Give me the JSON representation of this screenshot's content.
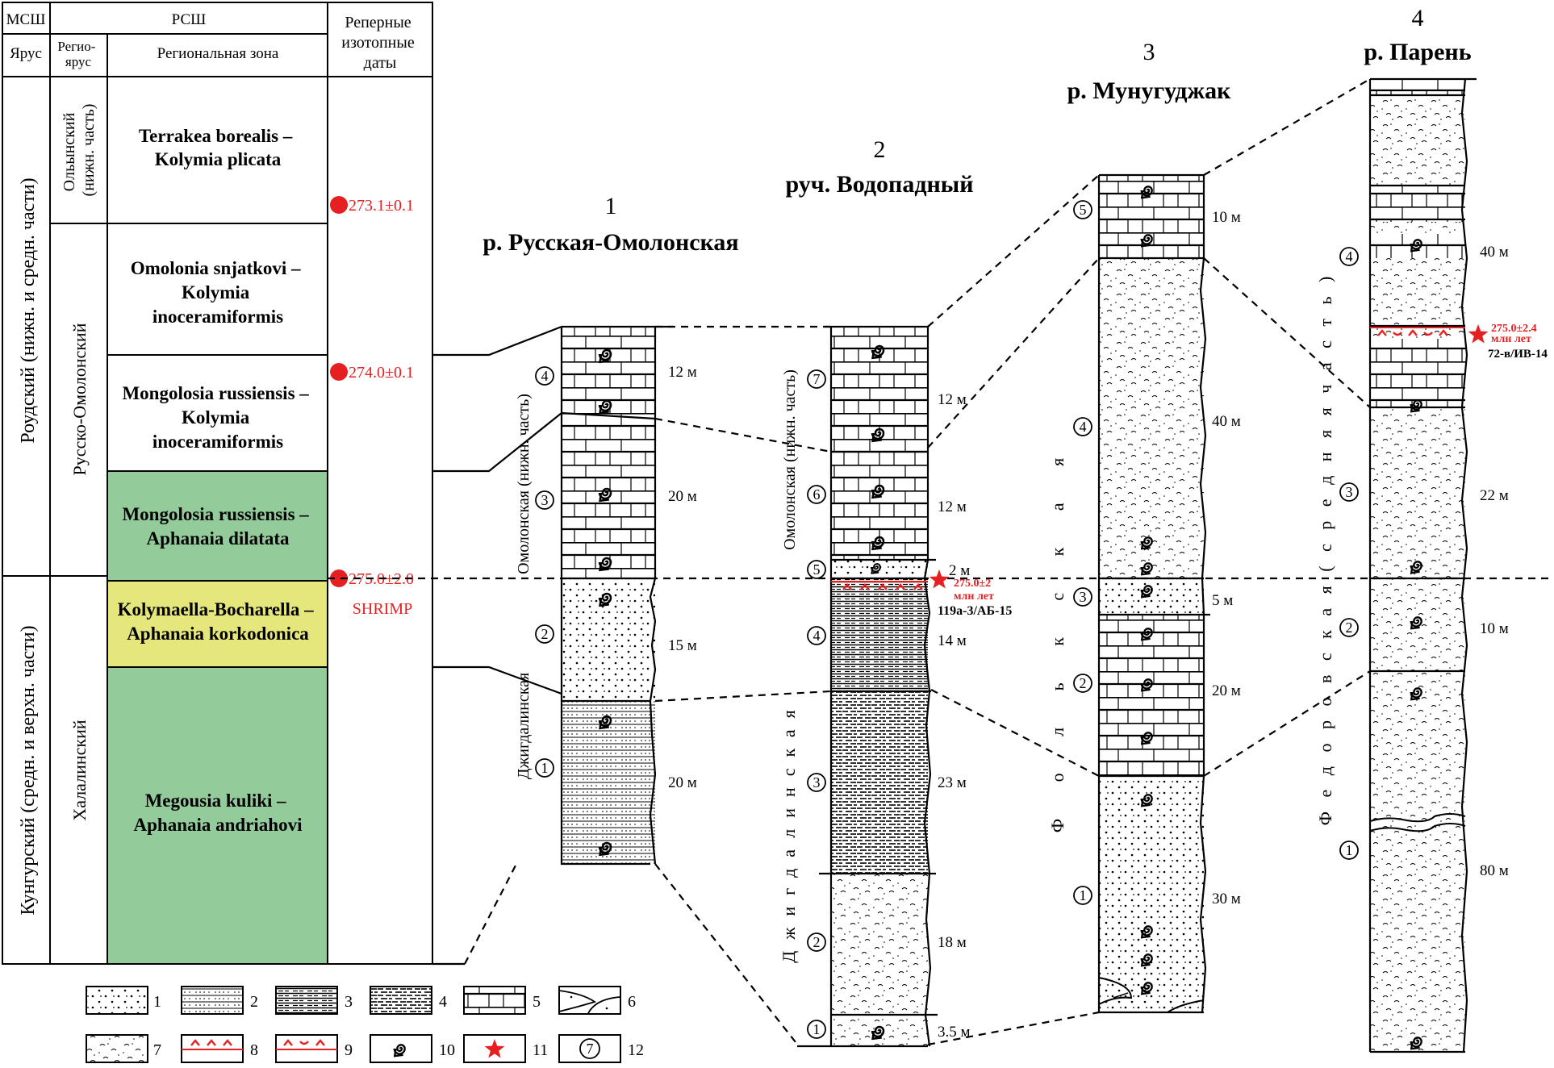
{
  "colors": {
    "green": "#93cc9a",
    "yellow": "#e5e67c",
    "red": "#e62020",
    "line": "#000000"
  },
  "table": {
    "header_mssh": "МСШ",
    "header_rssh": "РСШ",
    "header_stage": "Ярус",
    "header_regio": [
      "Регио-",
      "ярус"
    ],
    "header_zone": "Региональная зона",
    "header_dates": [
      "Реперные",
      "изотопные",
      "даты"
    ],
    "stage_upper": "Роудский (нижн. и средн. части)",
    "stage_lower": "Кунгурский (средн. и верхн. части)",
    "regio_1": [
      "Ольынский",
      "(нижн. часть)"
    ],
    "regio_2": "Русско-Омолонский",
    "regio_3": "Халалинский",
    "zones": [
      [
        "Terrakea borealis –",
        "Kolymia plicata"
      ],
      [
        "Omolonia snjatkovi –",
        "Kolymia",
        "inoceramiformis"
      ],
      [
        "Mongolosia russiensis –",
        "Kolymia",
        "inoceramiformis"
      ],
      [
        "Mongolosia russiensis –",
        "Aphanaia dilatata"
      ],
      [
        "Kolymaella-Bocharella –",
        "Aphanaia korkodonica"
      ],
      [
        "Megousia kuliki –",
        "Aphanaia andriahovi"
      ]
    ],
    "dates": [
      "273.1±0.1",
      "274.0±0.1",
      "275.0±2.0"
    ],
    "shrimp": "SHRIMP"
  },
  "columns": [
    {
      "number": "1",
      "title": "р. Русская-Омолонская",
      "formations": [
        "Омолонская (нижн. часть)",
        "Джигдалинская"
      ],
      "beds": [
        {
          "num": "4",
          "thickness": "12 м"
        },
        {
          "num": "3",
          "thickness": "20 м"
        },
        {
          "num": "2",
          "thickness": "15 м"
        },
        {
          "num": "1",
          "thickness": "20 м"
        }
      ]
    },
    {
      "number": "2",
      "title": "руч. Водопадный",
      "formations": [
        "Омолонская (нижн. часть)",
        "Джигдалинская"
      ],
      "beds": [
        {
          "num": "7",
          "thickness": "12 м"
        },
        {
          "num": "6",
          "thickness": "12 м"
        },
        {
          "num": "5",
          "thickness": "2 м"
        },
        {
          "num": "4",
          "thickness": "14 м"
        },
        {
          "num": "3",
          "thickness": "23 м"
        },
        {
          "num": "2",
          "thickness": "18 м"
        },
        {
          "num": "1",
          "thickness": "3.5 м"
        }
      ],
      "sample": {
        "date": "275.0±2",
        "unit": "млн лет",
        "code": "119а-3/АБ-15"
      }
    },
    {
      "number": "3",
      "title": "р. Мунугуджак",
      "formations": [
        "Ф о л ь к с к а я"
      ],
      "beds": [
        {
          "num": "5",
          "thickness": "10 м"
        },
        {
          "num": "4",
          "thickness": "40 м"
        },
        {
          "num": "3",
          "thickness": "5 м"
        },
        {
          "num": "2",
          "thickness": "20 м"
        },
        {
          "num": "1",
          "thickness": "30 м"
        }
      ]
    },
    {
      "number": "4",
      "title": "р. Парень",
      "formations": [
        "Ф е д о р о в с к а я  ( с р е д н я я   ч а с т ь )"
      ],
      "beds": [
        {
          "num": "4",
          "thickness": "40 м"
        },
        {
          "num": "3",
          "thickness": "22 м"
        },
        {
          "num": "2",
          "thickness": "10 м"
        },
        {
          "num": "1",
          "thickness": "80 м"
        }
      ],
      "sample": {
        "date": "275.0±2.4",
        "unit": "млн лет",
        "code": "72-в/ИВ-14"
      }
    }
  ],
  "legend": [
    "1",
    "2",
    "3",
    "4",
    "5",
    "6",
    "7",
    "8",
    "9",
    "10",
    "11",
    "12"
  ],
  "legend_circle_glyph": "7",
  "icons": [
    "fossil-shell-icon",
    "star-icon",
    "numbered-circle-icon"
  ]
}
